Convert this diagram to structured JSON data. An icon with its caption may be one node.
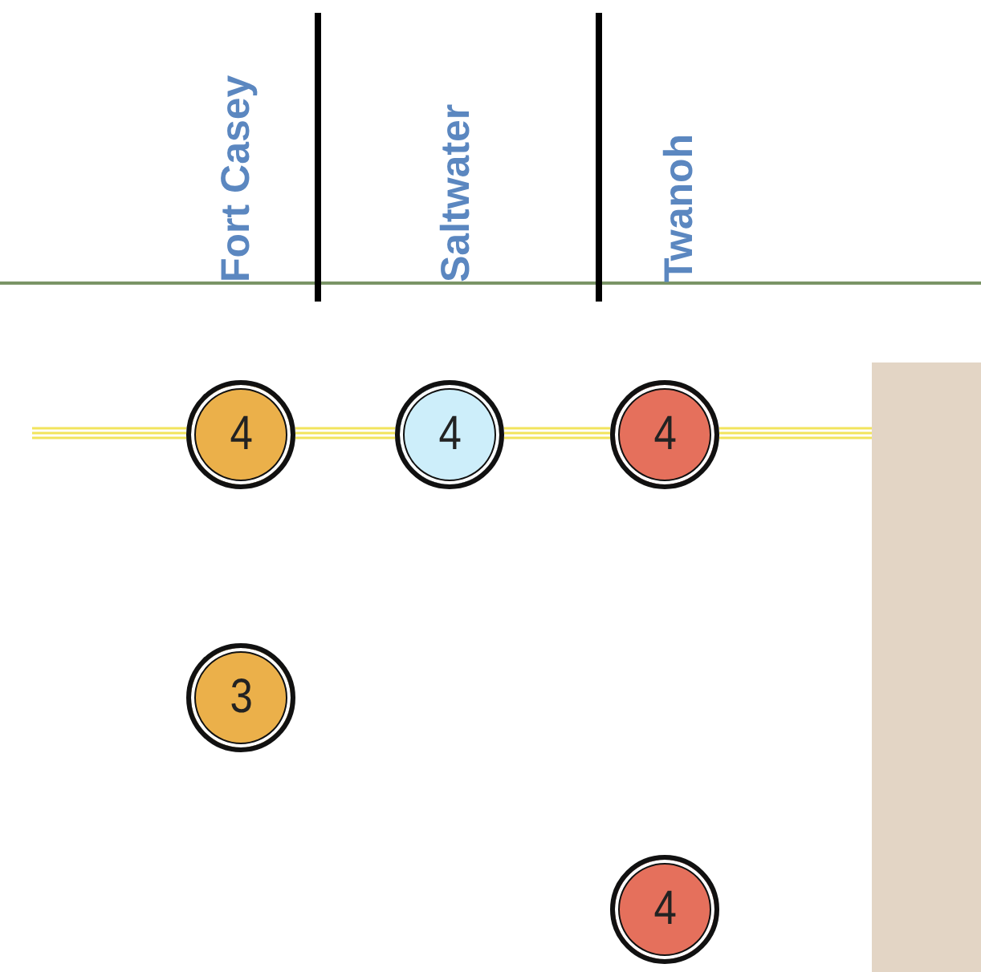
{
  "diagram": {
    "nodes": [
      {
        "text": [
          "4"
        ]
      },
      {
        "text": [
          "4"
        ]
      },
      {
        "text": [
          "4"
        ]
      },
      {
        "text": [
          "3"
        ]
      },
      {
        "text": [
          "4"
        ]
      },
      {
        "text": [],
        "shape": "bar"
      }
    ],
    "edges": [
      {
        "from": null,
        "to": 0,
        "arrow": "none"
      },
      {
        "from": 0,
        "to": 1,
        "arrow": "none"
      },
      {
        "from": 1,
        "to": 2,
        "arrow": "none"
      },
      {
        "from": 2,
        "to": 5,
        "arrow": "none"
      }
    ],
    "labels": [
      "Fort Casey",
      "Saltwater",
      "Twanoh"
    ]
  }
}
